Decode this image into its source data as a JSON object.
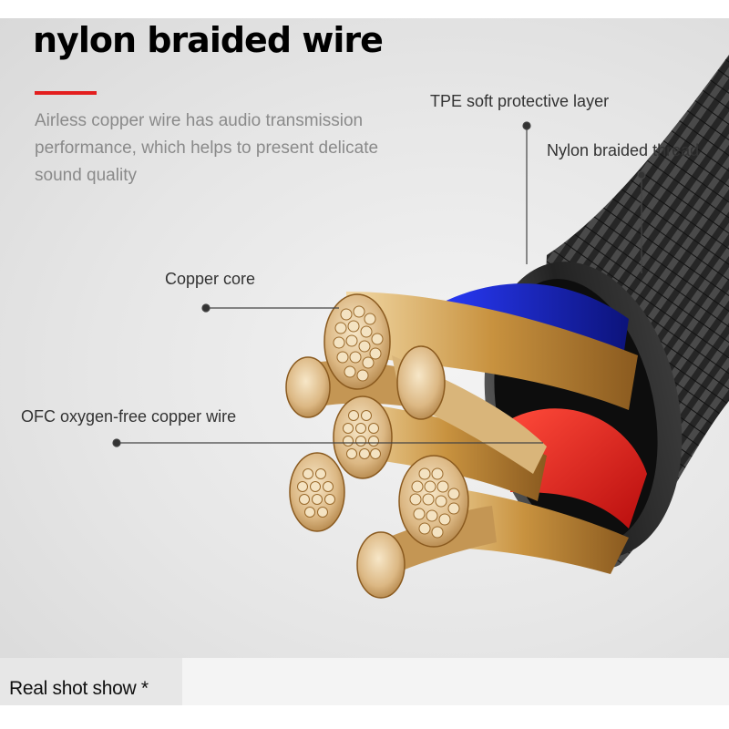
{
  "header": {
    "title": "nylon braided wire",
    "accent_color": "#e31e1e",
    "description_lines": [
      "Airless copper wire has audio transmission",
      "performance, which helps to present delicate",
      "sound quality"
    ]
  },
  "callouts": {
    "tpe": "TPE soft protective layer",
    "nylon": "Nylon braided thread",
    "copper_core": "Copper core",
    "ofc": "OFC oxygen-free copper wire"
  },
  "footer": {
    "label": "Real shot show  *"
  },
  "colors": {
    "copper": "#d8b07a",
    "insulation_red": "#e01515",
    "insulation_blue": "#1c2bd0",
    "braid": "#2a2a2a"
  }
}
